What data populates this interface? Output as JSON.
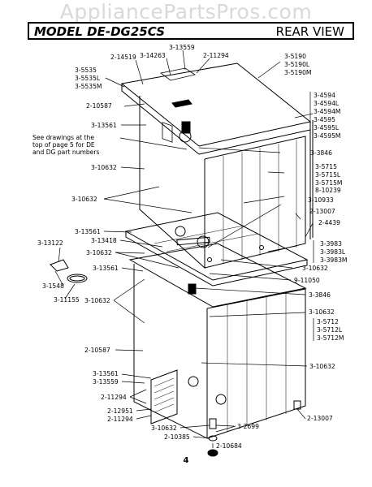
{
  "watermark": "AppliancePartsPros.com",
  "header": {
    "model": "MODEL DE-DG25CS",
    "view": "REAR VIEW"
  },
  "note": [
    "See drawings at the",
    "top of page 5 for DE",
    "and DG part numbers"
  ],
  "labels": {
    "l14519": "2-14519",
    "l14263": "3-14263",
    "l13559t": "3-13559",
    "l11294t": "2-11294",
    "l5535": "3-5535",
    "l5535L": "3-5535L",
    "l5535M": "3-5535M",
    "l5190": "3-5190",
    "l5190L": "3-5190L",
    "l5190M": "3-5190M",
    "l10587a": "2-10587",
    "l4594": "3-4594",
    "l4594L": "3-4594L",
    "l4594M": "3-4594M",
    "l4595": "3-4595",
    "l4595L": "3-4595L",
    "l4595M": "3-4595M",
    "l13561a": "3-13561",
    "l3846a": "3-3846",
    "l10632a": "3-10632",
    "l5715": "3-5715",
    "l5715L": "3-5715L",
    "l5715M": "3-5715M",
    "l10239": "8-10239",
    "l10632b": "3-10632",
    "l10933": "3-10933",
    "l13007a": "2-13007",
    "l4439": "2-4439",
    "l13561b": "3-13561",
    "l13418": "3-13418",
    "l3983": "3-3983",
    "l3983L": "3-3983L",
    "l3983M": "3-3983M",
    "l13122": "3-13122",
    "l10632c": "3-10632",
    "l10632d": "3-10632",
    "l13561c": "3-13561",
    "l11050": "9-11050",
    "l1548": "3-1548",
    "l11155": "3-11155",
    "l3846b": "3-3846",
    "l10632e": "3-10632",
    "l10632f": "3-10632",
    "l5712": "3-5712",
    "l5712L": "3-5712L",
    "l5712M": "3-5712M",
    "l10587b": "2-10587",
    "l10632g": "3-10632",
    "l13561d": "3-13561",
    "l13559b": "3-13559",
    "l11294b": "2-11294",
    "l12951": "2-12951",
    "l11294c": "2-11294",
    "l10632h": "3-10632",
    "l2699": "3-2699",
    "l13007b": "2-13007",
    "l10385": "2-10385",
    "l10684": "2-10684"
  },
  "page_number": "4"
}
